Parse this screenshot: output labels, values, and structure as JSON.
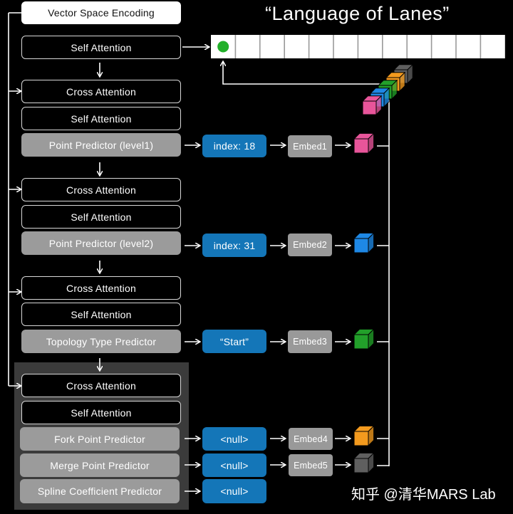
{
  "title": "“Language of Lanes”",
  "vector_space": "Vector Space Encoding",
  "self_attention": "Self Attention",
  "cross_attention": "Cross Attention",
  "levels": [
    {
      "predictor": "Point Predictor (level1)",
      "output": "index: 18",
      "embed": "Embed1",
      "cube_color": "#e8559a"
    },
    {
      "predictor": "Point Predictor (level2)",
      "output": "index: 31",
      "embed": "Embed2",
      "cube_color": "#1e88e5"
    },
    {
      "predictor": "Topology Type Predictor",
      "output": "“Start”",
      "embed": "Embed3",
      "cube_color": "#22a02a"
    }
  ],
  "final_group": [
    {
      "predictor": "Fork Point Predictor",
      "output": "<null>",
      "embed": "Embed4",
      "cube_color": "#f39a1e"
    },
    {
      "predictor": "Merge Point Predictor",
      "output": "<null>",
      "embed": "Embed5",
      "cube_color": "#5f5f5f"
    },
    {
      "predictor": "Spline Coefficient Predictor",
      "output": "<null>"
    }
  ],
  "stack_colors": [
    "#e8559a",
    "#1e88e5",
    "#22a02a",
    "#f39a1e",
    "#5f5f5f"
  ],
  "token_cell_count": 12,
  "token_marker_color": "#22b02a",
  "watermark": "知乎 @清华MARS Lab"
}
